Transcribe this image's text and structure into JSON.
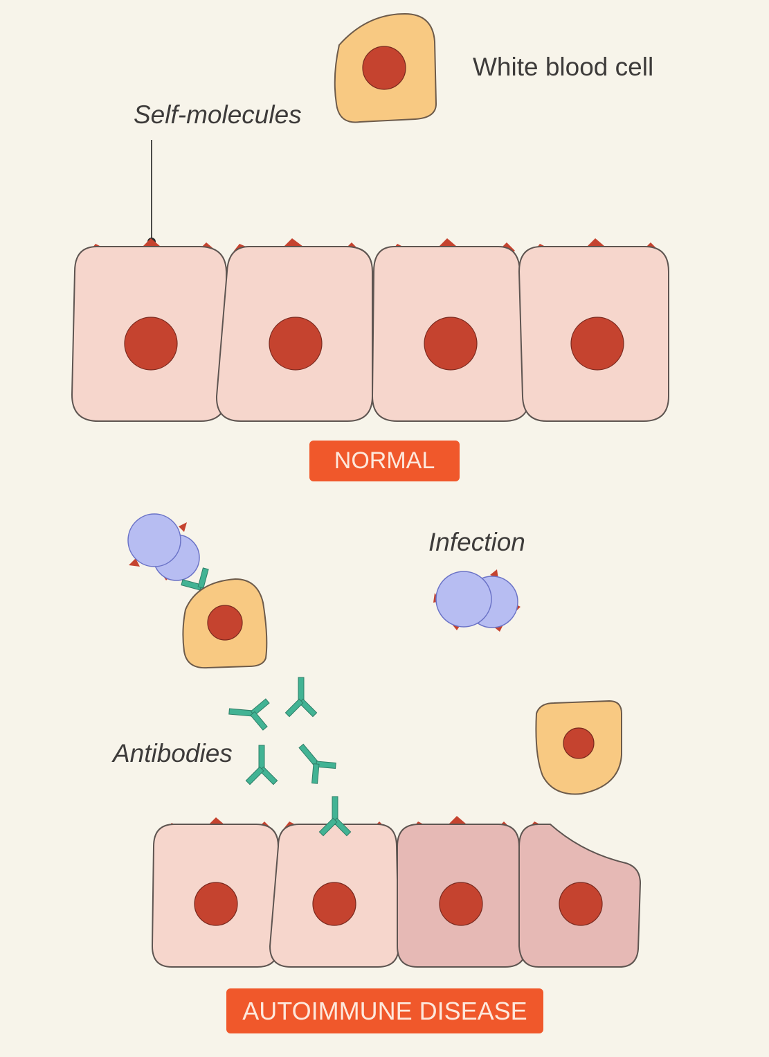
{
  "labels": {
    "white_blood_cell": "White blood cell",
    "self_molecules": "Self-molecules",
    "infection": "Infection",
    "antibodies": "Antibodies"
  },
  "badges": {
    "normal": "NORMAL",
    "autoimmune": "AUTOIMMUNE DISEASE"
  },
  "colors": {
    "background": "#f7f4ea",
    "badge": "#f0582b",
    "badge_text": "#fde8dc",
    "cell": "#f6d6cc",
    "damaged_cell": "#e6b9b5",
    "nucleus": "#c5432f",
    "white_blood_cell": "#f8c982",
    "bacterium": "#b7bdf2",
    "antibody": "#42b394"
  }
}
